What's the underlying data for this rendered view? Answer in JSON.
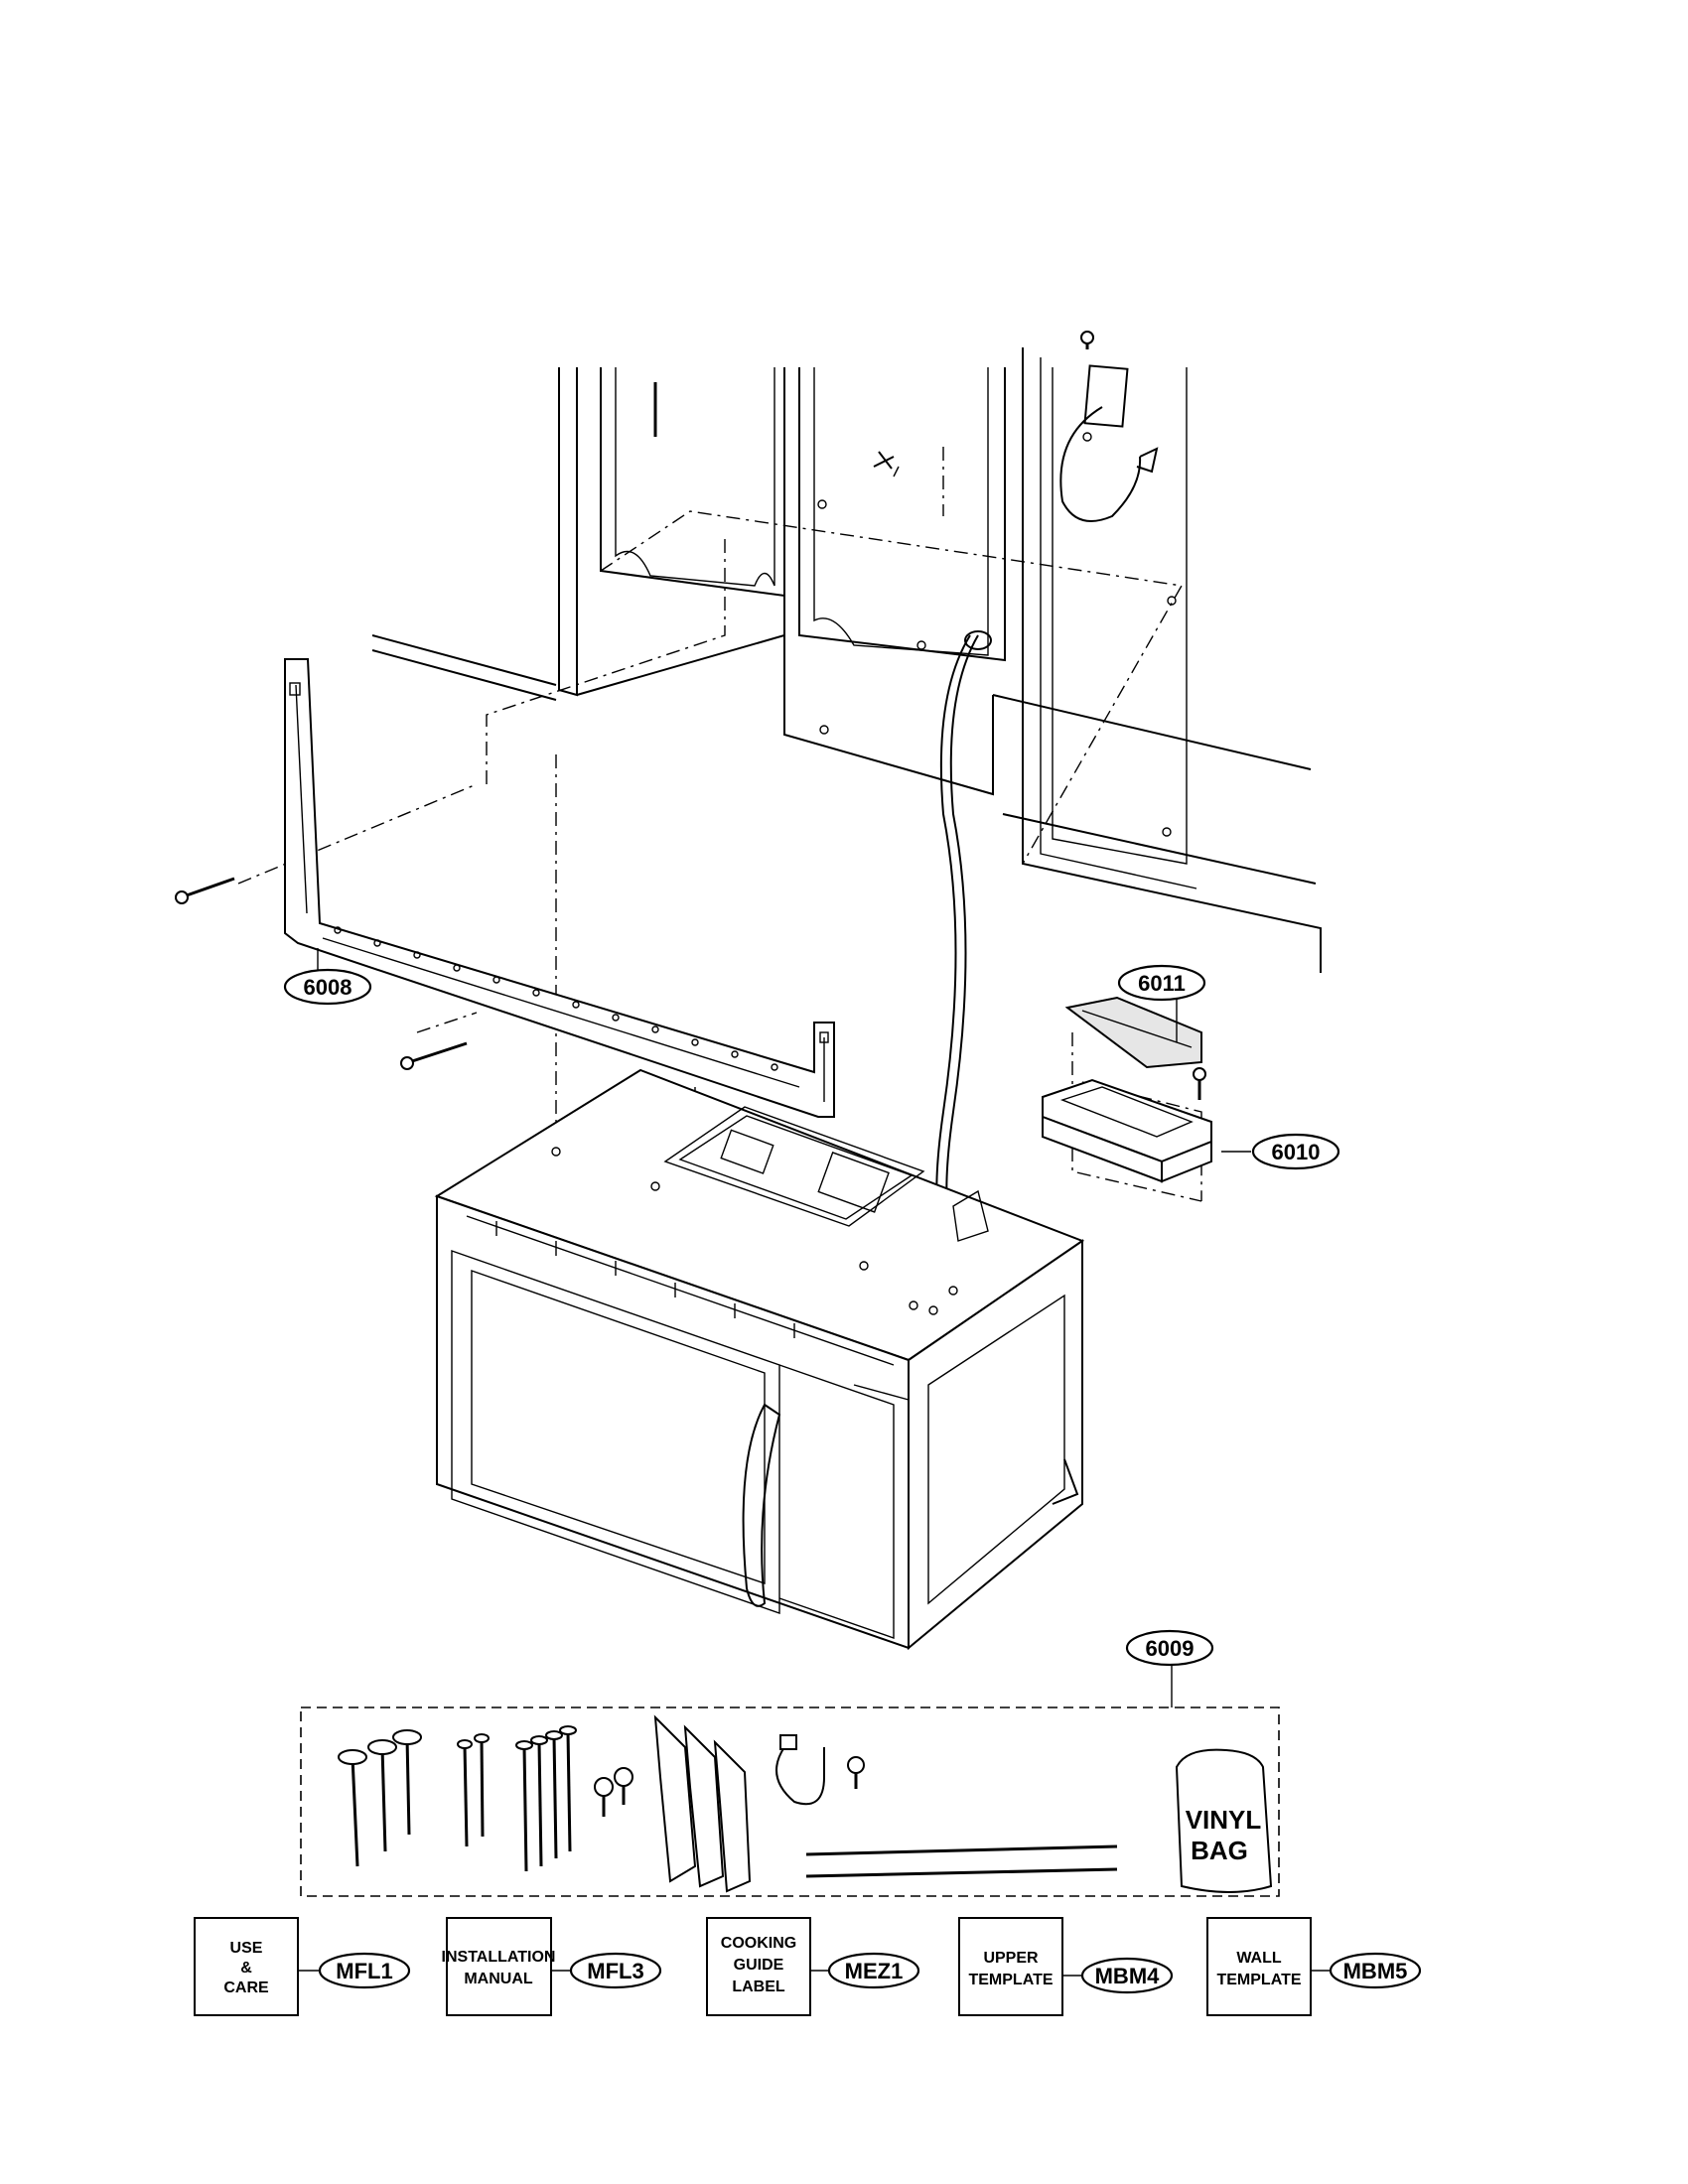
{
  "callouts": {
    "wall_plate": "6008",
    "damper_cover": "6011",
    "damper_box": "6010",
    "hardware_kit": "6009",
    "use_care": "MFL1",
    "install_manual": "MFL3",
    "cooking_label": "MEZ1",
    "upper_template": "MBM4",
    "wall_template": "MBM5"
  },
  "bag_label": [
    "VINYL",
    "BAG"
  ],
  "documents": {
    "use_care": [
      "USE",
      "&",
      "CARE"
    ],
    "install_manual": [
      "INSTALLATION",
      "MANUAL"
    ],
    "cooking_label": [
      "COOKING",
      "GUIDE",
      "LABEL"
    ],
    "upper_template": [
      "UPPER",
      "TEMPLATE"
    ],
    "wall_template": [
      "WALL",
      "TEMPLATE"
    ]
  }
}
